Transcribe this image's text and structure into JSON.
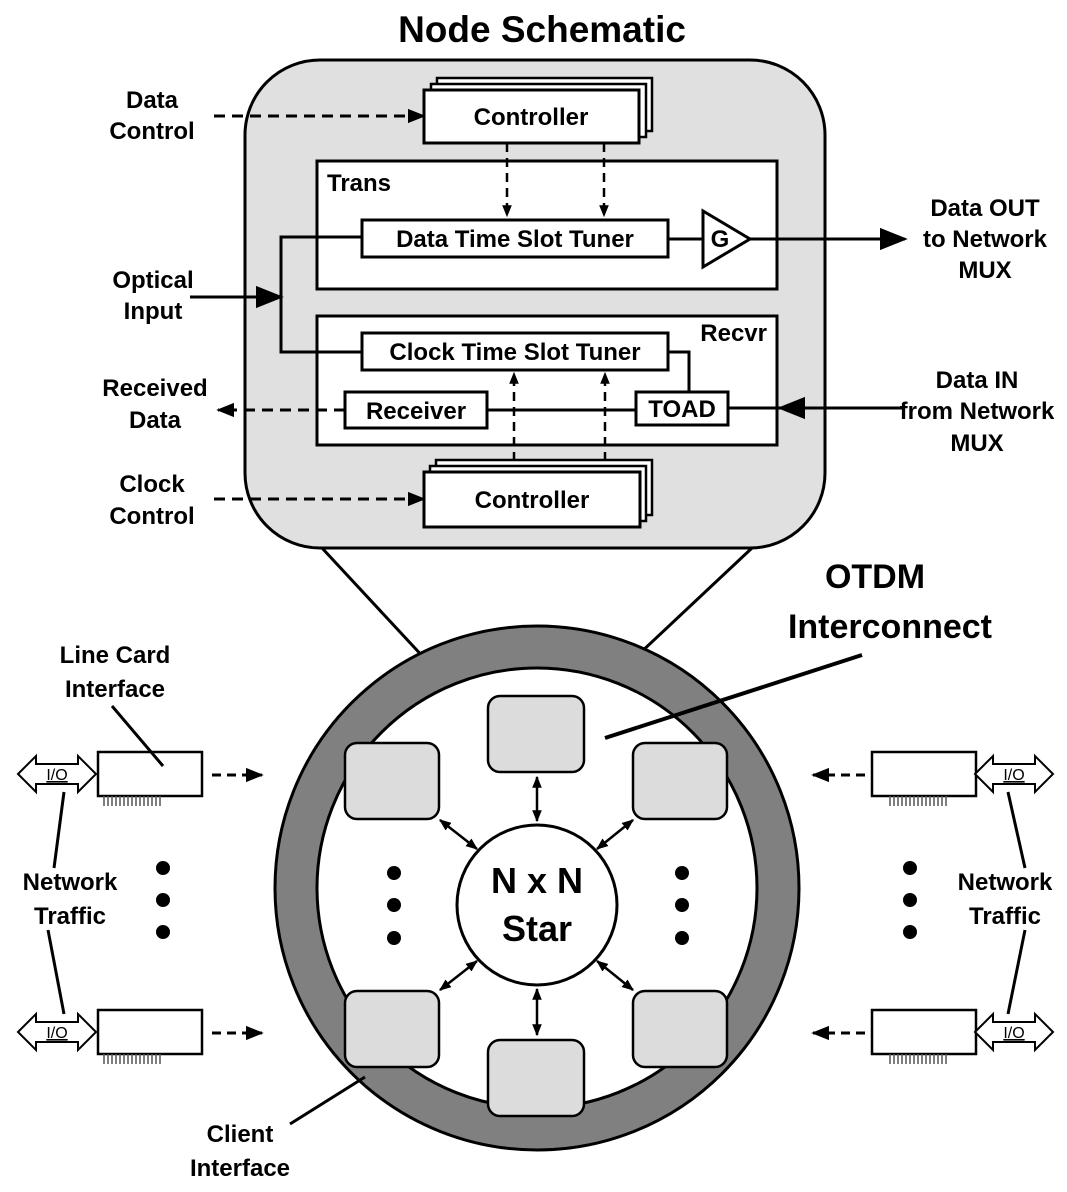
{
  "diagram": {
    "node_title": "Node Schematic",
    "otdm_title": [
      "OTDM",
      "Interconnect"
    ],
    "controller_label": "Controller",
    "trans_label": "Trans",
    "recvr_label": "Recvr",
    "data_tuner_label": "Data Time Slot Tuner",
    "clock_tuner_label": "Clock Time Slot Tuner",
    "gain_label": "G",
    "receiver_label": "Receiver",
    "toad_label": "TOAD",
    "data_control": [
      "Data",
      "Control"
    ],
    "clock_control": [
      "Clock",
      "Control"
    ],
    "optical_input": [
      "Optical",
      "Input"
    ],
    "received_data": [
      "Received",
      "Data"
    ],
    "data_out": [
      "Data OUT",
      "to Network",
      "MUX"
    ],
    "data_in": [
      "Data IN",
      "from Network",
      "MUX"
    ],
    "line_card_interface": [
      "Line Card",
      "Interface"
    ],
    "network_traffic": [
      "Network",
      "Traffic"
    ],
    "client_interface": [
      "Client",
      "Interface"
    ],
    "star_label": [
      "N x N",
      "Star"
    ],
    "io_label": "I/O"
  }
}
